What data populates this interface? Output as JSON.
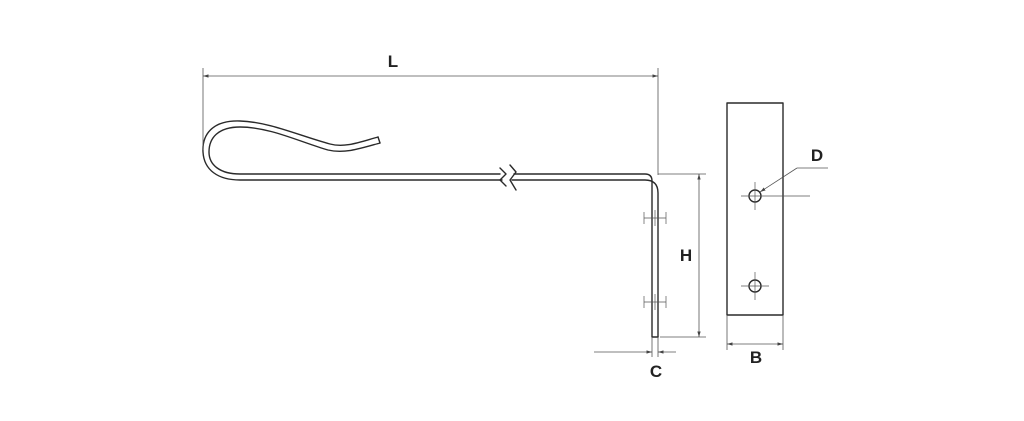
{
  "diagram": {
    "dimension_labels": {
      "length": "L",
      "height": "H",
      "thickness": "C",
      "width": "B",
      "hole_diameter": "D"
    },
    "colors": {
      "line": "#2a2a2a",
      "dimension_line": "#555555",
      "background": "#ffffff"
    }
  }
}
